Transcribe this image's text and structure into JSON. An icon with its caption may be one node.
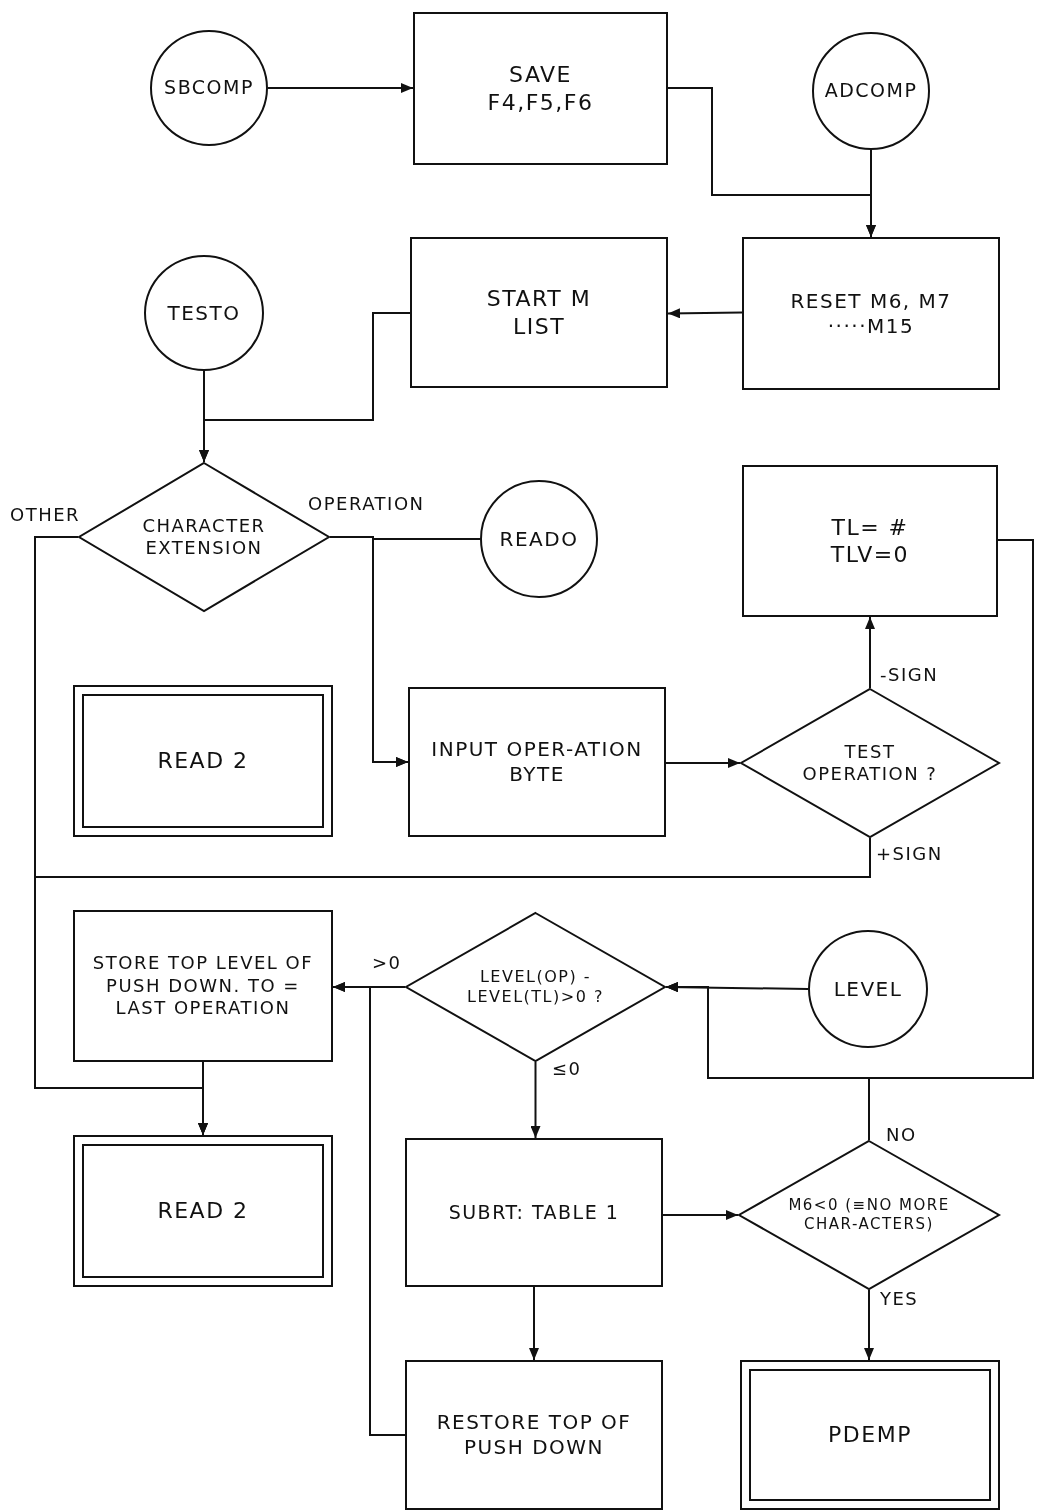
{
  "diagram": {
    "nodes": [
      {
        "text": [
          "SBCOMP"
        ]
      },
      {
        "text": [
          "SAVE F4,F5,F6"
        ]
      },
      {
        "text": [
          "ADCOMP"
        ]
      },
      {
        "text": [
          "TESTO"
        ]
      },
      {
        "text": [
          "START M LIST"
        ]
      },
      {
        "text": [
          "RESET M6, M7 ·····M15"
        ]
      },
      {
        "text": [
          "CHARACTER EXTENSION"
        ]
      },
      {
        "text": [
          "READO"
        ]
      },
      {
        "text": [
          "TL= # TLV=0"
        ]
      },
      {
        "text": [
          "READ 2"
        ]
      },
      {
        "text": [
          "INPUT OPER-ATION BYTE"
        ]
      },
      {
        "text": [
          "TEST OPERATION ?"
        ]
      },
      {
        "text": [
          "STORE TOP LEVEL OF PUSH DOWN. TO = LAST OPERATION"
        ]
      },
      {
        "text": [
          "LEVEL(OP) -LEVEL(TL)>0 ?"
        ]
      },
      {
        "text": [
          "LEVEL"
        ]
      },
      {
        "text": [
          "READ 2"
        ]
      },
      {
        "text": [
          "SUBRT: TABLE 1"
        ]
      },
      {
        "text": [
          "M6<0 (≡NO MORE CHAR-ACTERS)"
        ]
      },
      {
        "text": [
          "RESTORE TOP OF PUSH DOWN"
        ]
      },
      {
        "text": [
          "PDEMP"
        ]
      }
    ],
    "edges": [
      {
        "from": 0,
        "to": 1,
        "arrow": "to"
      },
      {
        "from": 1,
        "to": 5,
        "arrow": "to"
      },
      {
        "from": 2,
        "to": 5,
        "arrow": "to"
      },
      {
        "from": 5,
        "to": 4,
        "arrow": "to"
      },
      {
        "from": 4,
        "to": 6,
        "arrow": "to"
      },
      {
        "from": 3,
        "to": 6,
        "arrow": "to"
      },
      {
        "from": 6,
        "to": 10,
        "arrow": "to",
        "label": "OPERATION"
      },
      {
        "from": 7,
        "to": 10,
        "arrow": "to"
      },
      {
        "from": 6,
        "to": 15,
        "arrow": "to",
        "label": "OTHER"
      },
      {
        "from": 10,
        "to": 11,
        "arrow": "to"
      },
      {
        "from": 11,
        "to": 8,
        "arrow": "to",
        "label": "-SIGN"
      },
      {
        "from": 11,
        "to": 15,
        "arrow": "to",
        "label": "+SIGN"
      },
      {
        "from": 12,
        "to": 15,
        "arrow": "to"
      },
      {
        "from": 8,
        "to": 13,
        "arrow": "to"
      },
      {
        "from": 14,
        "to": 13,
        "arrow": "to"
      },
      {
        "from": 17,
        "to": 13,
        "arrow": "to",
        "label": "NO"
      },
      {
        "from": 13,
        "to": 12,
        "arrow": "to",
        "label": ">0"
      },
      {
        "from": 13,
        "to": 16,
        "arrow": "to",
        "label": "≤0"
      },
      {
        "from": 16,
        "to": 17,
        "arrow": "to"
      },
      {
        "from": 16,
        "to": 18,
        "arrow": "to"
      },
      {
        "from": 17,
        "to": 19,
        "arrow": "to",
        "label": "YES"
      },
      {
        "from": 18,
        "to": 12,
        "arrow": "to"
      }
    ]
  }
}
